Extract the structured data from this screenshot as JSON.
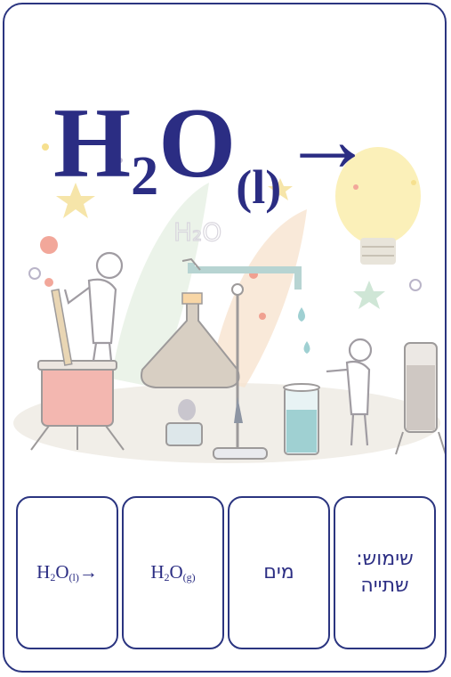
{
  "formula": {
    "H": "H",
    "sub2": "2",
    "O": "O",
    "state": "(l)",
    "arrow": "→"
  },
  "tiles": [
    {
      "main": "H",
      "sub1": "2",
      "mid": "O",
      "sub2": "(l)",
      "tail": "→"
    },
    {
      "main": "H",
      "sub1": "2",
      "mid": "O",
      "sub2": "(g)",
      "tail": ""
    },
    {
      "text": "מים"
    },
    {
      "line1": "שימוש:",
      "line2": "שתייה"
    }
  ],
  "colors": {
    "primary": "#2b2d83",
    "border": "#2b3580"
  },
  "illustration": {
    "icons": [
      "chemistry-lab-scene",
      "scientist-figure",
      "flask-icon",
      "light-bulb-icon",
      "test-tube-icon",
      "beaker-icon",
      "burner-icon",
      "star-icon"
    ]
  }
}
